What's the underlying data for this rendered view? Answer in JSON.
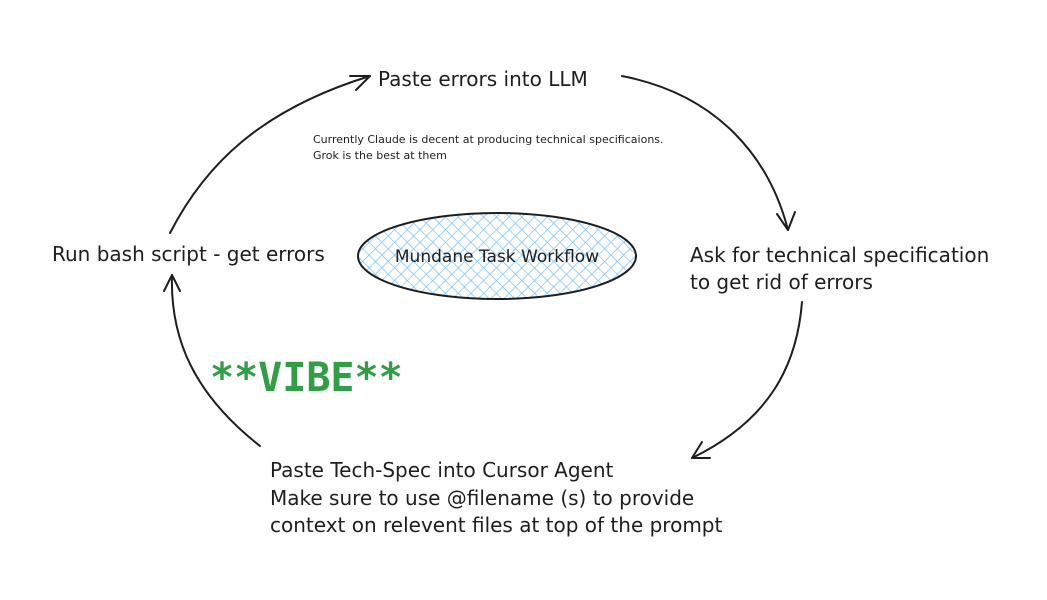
{
  "nodes": {
    "top": "Paste errors into LLM",
    "right": {
      "line1": "Ask for technical specification",
      "line2": "to get rid of errors"
    },
    "bottom": {
      "line1": "Paste Tech-Spec into Cursor Agent",
      "line2": "Make sure to use @filename (s) to provide",
      "line3": "context on relevent files at top of the prompt"
    },
    "left": "Run bash script - get errors"
  },
  "note": {
    "line1": "Currently Claude is decent at producing technical specificaions.",
    "line2": "Grok is the best at them"
  },
  "center": {
    "label": "Mundane Task Workflow",
    "fill_color": "#a5d8ff",
    "stroke_color": "#1e1e1e"
  },
  "vibe": {
    "text": "**VIBE**",
    "color": "#2f9e44"
  }
}
